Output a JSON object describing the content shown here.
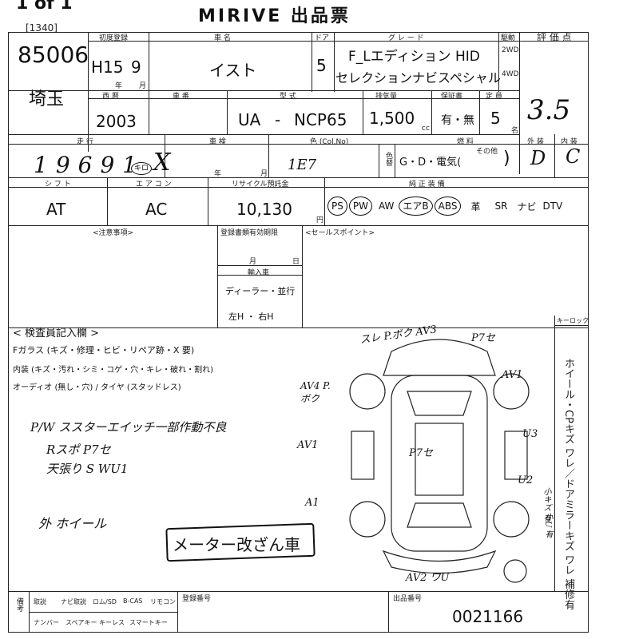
{
  "header": {
    "sheet_count": "1 of 1",
    "title": "MIRIVE 出品票",
    "lot_bracket": "[1340]",
    "lot_number": "85006",
    "region": "埼玉"
  },
  "labels": {
    "first_reg": "初度登録",
    "car_name": "車 名",
    "doors": "ドア",
    "grade": "グ レ ー ド",
    "drive": "駆動",
    "score": "評 価 点",
    "year": "年",
    "month": "月",
    "western_year": "西 暦",
    "body_no": "車 番",
    "model": "型 式",
    "displacement": "排気量",
    "warranty": "保証書",
    "capacity": "定 員",
    "mileage": "走 行",
    "mileage_unit": "キロ",
    "inspection": "車 検",
    "color": "色 (Col.No)",
    "fuel": "燃 料",
    "exterior": "外 装",
    "interior": "内 装",
    "shift": "シ フ ト",
    "aircon": "エ ア コ ン",
    "recycle": "リサイクル預託金",
    "equipment": "純 正 装 備",
    "notes": "<注意事項>",
    "reg_doc_expiry": "登録書類有効期限",
    "sales_points": "<セールスポイント>",
    "import": "輸 入 車",
    "inspector_notes": "< 検査員記入欄 >",
    "key_lock": "キーロック",
    "storage_number": "登録番号",
    "consign_number": "出品番号",
    "side_legend": "ホイール・CPキズ ワレ／ドアミラーキズ ワレ 補修有",
    "remarks_label": "備考"
  },
  "vehicle": {
    "era_year": "H15",
    "month": "9",
    "name": "イスト",
    "doors": "5",
    "grade_line1": "F_Lエディション HID",
    "grade_line2": "セレクションナビスペシャル",
    "drive_2wd": "2WD",
    "drive_4wd": "4WD",
    "score": "3.5",
    "western_year": "2003",
    "model_prefix": "UA",
    "model_dash": "-",
    "model_code": "NCP65",
    "displacement": "1,500",
    "displacement_unit": "cc",
    "warranty": "有・無",
    "capacity": "5",
    "capacity_unit": "名",
    "mileage": "19691",
    "inspection_year_unit": "年",
    "inspection_month_unit": "月",
    "color_code": "1E7",
    "color_side": "色替",
    "fuel": "G・D・電気(",
    "fuel_other": "その他",
    "fuel_close": ")",
    "exterior_grade": "D",
    "interior_grade": "C",
    "shift": "AT",
    "aircon": "AC",
    "recycle": "10,130",
    "recycle_unit": "円"
  },
  "equipment": [
    "PS",
    "PW",
    "AW",
    "エアB",
    "ABS",
    "革",
    "SR",
    "ナビ",
    "DTV"
  ],
  "equipment_circled": [
    "PS",
    "PW",
    "エアB",
    "ABS"
  ],
  "import_info": {
    "reg_month": "月",
    "reg_day": "日",
    "import_label": "輸入車",
    "dealer": "ディーラー・並行",
    "handle": "左H ・ 右H"
  },
  "inspector": {
    "windshield": "Fガラス (キズ・修理・ヒビ・リペア跡・X 要)",
    "interior_line": "内装 (キズ・汚れ・シミ・コゲ・穴・キレ・破れ・割れ)",
    "audio_line": "オーディオ (無し・穴) / タイヤ (スタッドレス)",
    "note1": "P/W ススターエイッチ一部作動不良",
    "note2": "Rスポ P7セ",
    "note3": "天張り S WU1",
    "note4": "外 ホイール",
    "meter_notice": "メーター改ざん車"
  },
  "diagram_marks": {
    "front": "スレ P.ボク AV3",
    "front_right": "P7セ",
    "fender_r": "AV1",
    "fender_l": "AV4 P.ボク",
    "door_l": "AV1",
    "roof": "P7セ",
    "door_r1": "U3",
    "door_r2": "U2",
    "rear_l": "A1",
    "rear": "AV2 ワU"
  },
  "side_marks": [
    "小キズ 有",
    "小U 有"
  ],
  "footer": {
    "remarks_items_row1": [
      "取説",
      "ナビ取説",
      "ロム/SD",
      "B-CAS",
      "リモコン"
    ],
    "remarks_items_row2": [
      "ナンバー",
      "スペアキー",
      "キーレス",
      "スマートキー"
    ],
    "consign_number": "0021166"
  }
}
